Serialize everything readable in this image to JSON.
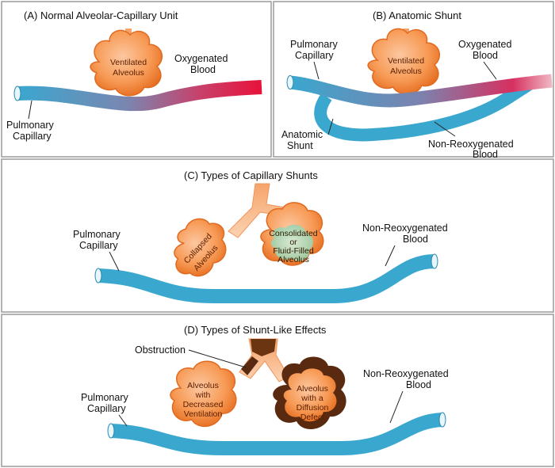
{
  "panels": {
    "a": {
      "title": "(A)  Normal Alveolar-Capillary Unit",
      "alveolus_line1": "Ventilated",
      "alveolus_line2": "Alveolus",
      "oxy_line1": "Oxygenated",
      "oxy_line2": "Blood",
      "cap_line1": "Pulmonary",
      "cap_line2": "Capillary"
    },
    "b": {
      "title": "(B)  Anatomic Shunt",
      "cap_line1": "Pulmonary",
      "cap_line2": "Capillary",
      "alveolus_line1": "Ventilated",
      "alveolus_line2": "Alveolus",
      "oxy_line1": "Oxygenated",
      "oxy_line2": "Blood",
      "shunt_line1": "Anatomic",
      "shunt_line2": "Shunt",
      "nonreoxy_line1": "Non-Reoxygenated",
      "nonreoxy_line2": "Blood"
    },
    "c": {
      "title": "(C)  Types of Capillary Shunts",
      "cap_line1": "Pulmonary",
      "cap_line2": "Capillary",
      "collapsed_line1": "Collapsed",
      "collapsed_line2": "Alveolus",
      "consol_line1": "Consolidated",
      "consol_line2": "or",
      "consol_line3": "Fluid-Filled",
      "consol_line4": "Alveolus",
      "nonreoxy_line1": "Non-Reoxygenated",
      "nonreoxy_line2": "Blood"
    },
    "d": {
      "title": "(D)  Types of Shunt-Like Effects",
      "obstruction": "Obstruction",
      "cap_line1": "Pulmonary",
      "cap_line2": "Capillary",
      "dec_line1": "Alveolus",
      "dec_line2": "with",
      "dec_line3": "Decreased",
      "dec_line4": "Ventilation",
      "diff_line1": "Alveolus",
      "diff_line2": "with a",
      "diff_line3": "Diffusion",
      "diff_line4": "Defect",
      "nonreoxy_line1": "Non-Reoxygenated",
      "nonreoxy_line2": "Blood"
    }
  },
  "colors": {
    "capillary_blue": "#3aa7cf",
    "oxygenated_red": "#e0183a",
    "alveolus_orange": "#f5893a",
    "fluid_green": "#9cd3b0",
    "defect_brown": "#5a2a10"
  }
}
